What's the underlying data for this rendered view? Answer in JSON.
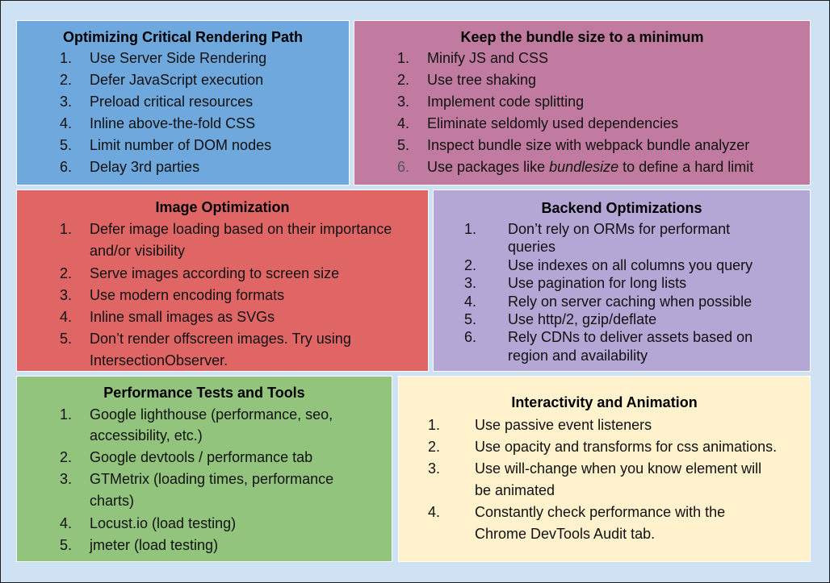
{
  "boxes": [
    {
      "title": "Optimizing Critical Rendering Path",
      "color": "#6fa8dc",
      "items": [
        {
          "num": "1.",
          "text": "Use Server Side Rendering"
        },
        {
          "num": "2.",
          "text": "Defer JavaScript execution"
        },
        {
          "num": "3.",
          "text": "Preload critical resources"
        },
        {
          "num": "4.",
          "text": "Inline above-the-fold CSS"
        },
        {
          "num": "5.",
          "text": "Limit number of DOM nodes"
        },
        {
          "num": "6.",
          "text": "Delay 3rd parties"
        }
      ]
    },
    {
      "title": "Keep the bundle size to a minimum",
      "color": "#c27ba0",
      "items": [
        {
          "num": "1.",
          "text": "Minify JS and CSS"
        },
        {
          "num": "2.",
          "text": "Use tree shaking"
        },
        {
          "num": "3.",
          "text": "Implement code splitting"
        },
        {
          "num": "4.",
          "text": "Eliminate seldomly used dependencies"
        },
        {
          "num": "5.",
          "text": "Inspect bundle size with webpack bundle analyzer"
        },
        {
          "num": "6.",
          "text_before": "Use packages like ",
          "text_italic": "bundlesize",
          "text_after": " to define a hard limit"
        }
      ]
    },
    {
      "title": "Image Optimization",
      "color": "#e06666",
      "items": [
        {
          "num": "1.",
          "line1": "Defer image loading based on their importance",
          "line2": "and/or visibility"
        },
        {
          "num": "2.",
          "text": "Serve images according to screen size"
        },
        {
          "num": "3.",
          "text": "Use modern encoding formats"
        },
        {
          "num": "4.",
          "text": "Inline small images as SVGs"
        },
        {
          "num": "5.",
          "line1": "Don’t render offscreen images. Try using",
          "line2": "IntersectionObserver."
        }
      ]
    },
    {
      "title": "Backend Optimizations",
      "color": "#b4a7d6",
      "items": [
        {
          "num": "1.",
          "line1": "Don’t rely on ORMs for performant",
          "line2": "queries"
        },
        {
          "num": "2.",
          "text": "Use indexes on all columns you query"
        },
        {
          "num": "3.",
          "text": "Use pagination for long lists"
        },
        {
          "num": "4.",
          "text": "Rely on server caching when possible"
        },
        {
          "num": "5.",
          "text": "Use http/2, gzip/deflate"
        },
        {
          "num": "6.",
          "line1": "Rely CDNs to deliver assets based on",
          "line2": "region and availability"
        }
      ]
    },
    {
      "title": "Performance Tests and Tools",
      "color": "#93c47d",
      "items": [
        {
          "num": "1.",
          "line1": "Google lighthouse (performance, seo,",
          "line2": "accessibility, etc.)"
        },
        {
          "num": "2.",
          "text": "Google devtools / performance tab"
        },
        {
          "num": "3.",
          "line1": "GTMetrix (loading times, performance",
          "line2": "charts)"
        },
        {
          "num": "4.",
          "text": "Locust.io (load testing)"
        },
        {
          "num": "5.",
          "text": "jmeter (load testing)"
        }
      ]
    },
    {
      "title": "Interactivity and Animation",
      "color": "#fff2cc",
      "items": [
        {
          "num": "1.",
          "text": "Use passive event listeners"
        },
        {
          "num": "2.",
          "text": "Use opacity and transforms for css animations."
        },
        {
          "num": "3.",
          "line1": "Use will-change when you know element will",
          "line2": "be animated"
        },
        {
          "num": "4.",
          "line1": "Constantly check performance with the",
          "line2": "Chrome DevTools Audit tab."
        }
      ]
    }
  ]
}
